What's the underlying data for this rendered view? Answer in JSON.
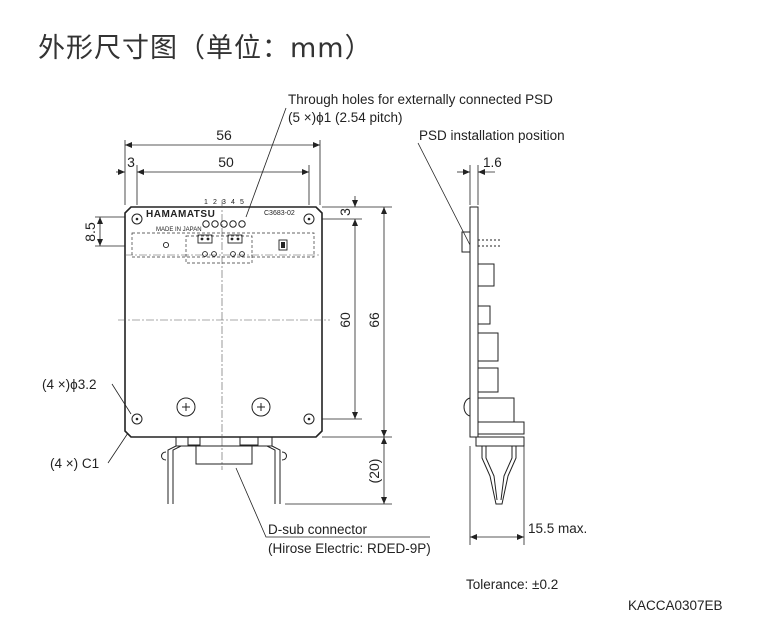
{
  "title": "外形尺寸图（单位：mm）",
  "notes": {
    "through_holes_1": "Through holes for externally connected PSD",
    "through_holes_2": "(5 ×)ϕ1 (2.54 pitch)",
    "psd_position": "PSD installation position",
    "mount_holes": "(4 ×)ϕ3.2",
    "chamfer": "(4 ×) C1",
    "dsub_1": "D-sub connector",
    "dsub_2": "(Hirose Electric: RDED-9P)",
    "tolerance": "Tolerance: ±0.2",
    "drawing_code": "KACCA0307EB"
  },
  "dimensions": {
    "width_total": "56",
    "width_inner": "50",
    "offset_left": "3",
    "offset_top": "3",
    "hole_offset": "8.5",
    "height_inner": "60",
    "height_total": "66",
    "connector": "(20)",
    "thickness": "1.6",
    "depth": "15.5 max."
  },
  "board": {
    "brand": "HAMAMATSU",
    "model": "C3683-02",
    "made_in": "MADE IN JAPAN",
    "pins": [
      "1",
      "2",
      "3",
      "4",
      "5"
    ]
  }
}
